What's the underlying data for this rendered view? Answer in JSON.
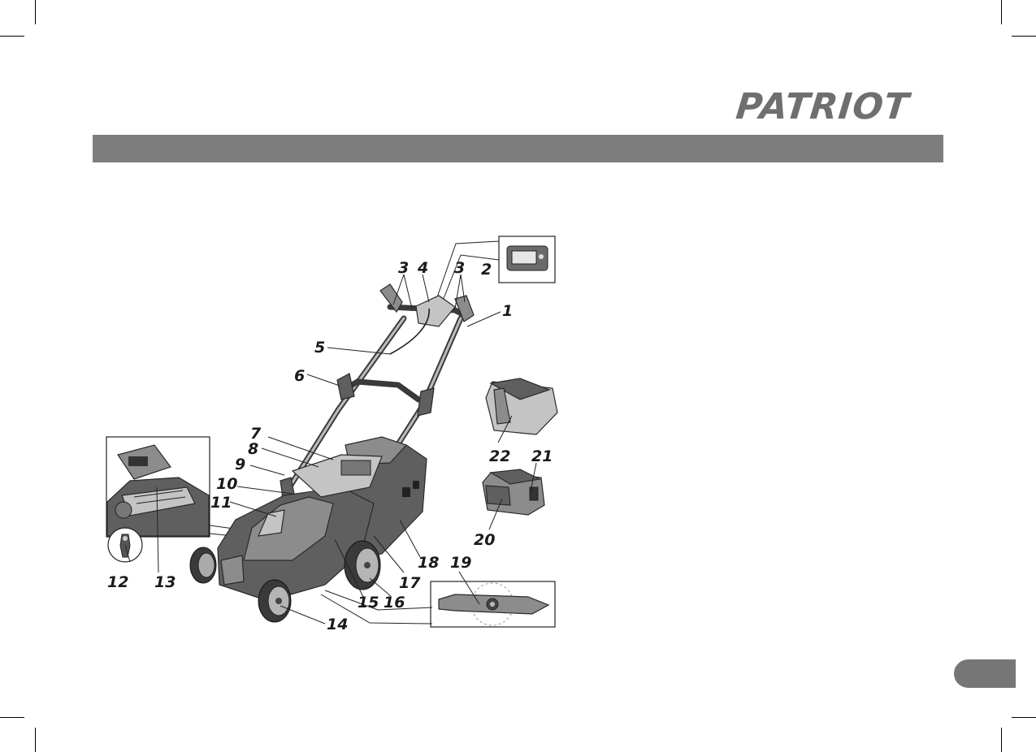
{
  "brand": {
    "logo_text": "PATRIOT"
  },
  "colors": {
    "band": "#7d7d7d",
    "tab": "#767676",
    "logo": "#6f6f6f"
  },
  "diagram": {
    "callouts": [
      "1",
      "2",
      "3",
      "3",
      "4",
      "5",
      "6",
      "7",
      "8",
      "9",
      "10",
      "11",
      "12",
      "13",
      "14",
      "15",
      "16",
      "17",
      "18",
      "19",
      "20",
      "21",
      "22"
    ]
  }
}
